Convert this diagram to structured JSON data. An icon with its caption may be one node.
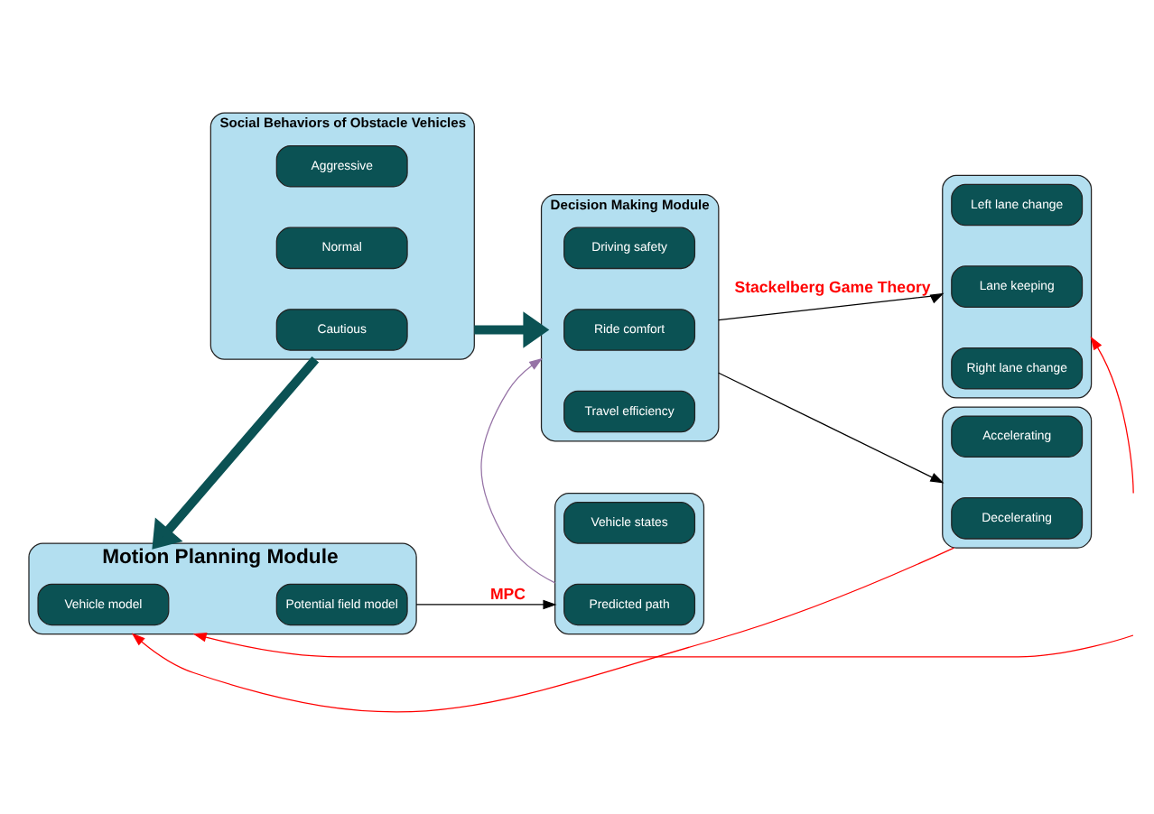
{
  "diagram": {
    "nodes": [
      {
        "text": [
          "Social Behaviors of Obstacle Vehicles"
        ]
      },
      {
        "text": [
          "Aggressive"
        ],
        "in": 0
      },
      {
        "text": [
          "Normal"
        ],
        "in": 0
      },
      {
        "text": [
          "Cautious"
        ],
        "in": 0
      },
      {
        "text": [
          "Decision Making Module"
        ]
      },
      {
        "text": [
          "Driving safety"
        ],
        "in": 4
      },
      {
        "text": [
          "Ride comfort"
        ],
        "in": 4
      },
      {
        "text": [
          "Travel efficiency"
        ],
        "in": 4
      },
      {
        "text": [],
        "shape": "box"
      },
      {
        "text": [
          "Left lane change"
        ],
        "in": 8
      },
      {
        "text": [
          "Lane keeping"
        ],
        "in": 8
      },
      {
        "text": [
          "Right lane change"
        ],
        "in": 8
      },
      {
        "text": [],
        "shape": "box"
      },
      {
        "text": [
          "Accelerating"
        ],
        "in": 12
      },
      {
        "text": [
          "Decelerating"
        ],
        "in": 12
      },
      {
        "text": [
          "Motion Planning Module"
        ]
      },
      {
        "text": [
          "Vehicle model"
        ],
        "in": 15
      },
      {
        "text": [
          "Potential field model"
        ],
        "in": 15
      },
      {
        "text": [],
        "shape": "box"
      },
      {
        "text": [
          "Vehicle states"
        ],
        "in": 18
      },
      {
        "text": [
          "Predicted path"
        ],
        "in": 18
      }
    ],
    "edges": [
      {
        "from": 0,
        "to": 4,
        "arrow": "to",
        "style": "thick",
        "color": "#0b5254"
      },
      {
        "from": 0,
        "to": 15,
        "arrow": "to",
        "style": "thick",
        "color": "#0b5254"
      },
      {
        "from": 4,
        "to": 8,
        "arrow": "to",
        "label": "Stackelberg Game Theory"
      },
      {
        "from": 4,
        "to": 12,
        "arrow": "to"
      },
      {
        "from": 12,
        "to": 15,
        "arrow": "to",
        "color": "#ff0000"
      },
      {
        "from": 18,
        "to": 4,
        "arrow": "to",
        "color": "#9673a6"
      },
      {
        "from": 15,
        "to": 18,
        "arrow": "to",
        "label": "MPC"
      },
      {
        "from": null,
        "to": 8,
        "arrow": "to",
        "color": "#ff0000"
      },
      {
        "from": null,
        "to": 15,
        "arrow": "to",
        "color": "#ff0000"
      }
    ]
  }
}
